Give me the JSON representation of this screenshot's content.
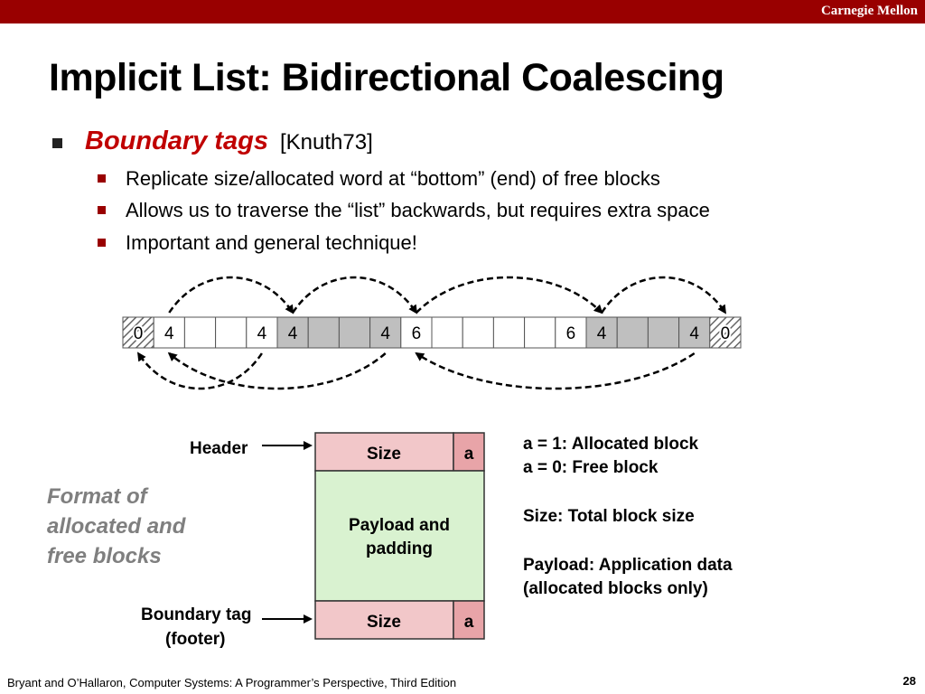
{
  "header": {
    "brand": "Carnegie Mellon"
  },
  "title": "Implicit List: Bidirectional Coalescing",
  "bullet": {
    "keyword": "Boundary tags",
    "reference": "[Knuth73]"
  },
  "sub_bullets": [
    "Replicate size/allocated word at “bottom” (end) of free blocks",
    "Allows us to traverse the “list” backwards, but requires extra space",
    "Important and general technique!"
  ],
  "heap": {
    "cells": [
      {
        "label": "0",
        "kind": "hatch"
      },
      {
        "label": "4",
        "kind": "white"
      },
      {
        "label": "",
        "kind": "white"
      },
      {
        "label": "",
        "kind": "white"
      },
      {
        "label": "4",
        "kind": "white"
      },
      {
        "label": "4",
        "kind": "gray"
      },
      {
        "label": "",
        "kind": "gray"
      },
      {
        "label": "",
        "kind": "gray"
      },
      {
        "label": "4",
        "kind": "gray"
      },
      {
        "label": "6",
        "kind": "white"
      },
      {
        "label": "",
        "kind": "white"
      },
      {
        "label": "",
        "kind": "white"
      },
      {
        "label": "",
        "kind": "white"
      },
      {
        "label": "",
        "kind": "white"
      },
      {
        "label": "6",
        "kind": "white"
      },
      {
        "label": "4",
        "kind": "gray"
      },
      {
        "label": "",
        "kind": "gray"
      },
      {
        "label": "",
        "kind": "gray"
      },
      {
        "label": "4",
        "kind": "gray"
      },
      {
        "label": "0",
        "kind": "hatch"
      }
    ],
    "forward_links": [
      [
        1,
        5
      ],
      [
        5,
        9
      ],
      [
        9,
        15
      ],
      [
        15,
        19
      ]
    ],
    "backward_links": [
      [
        4,
        0
      ],
      [
        8,
        1
      ],
      [
        18,
        9
      ]
    ]
  },
  "block_format": {
    "side_label": "Format of allocated and free blocks",
    "side_lines": [
      "Format of",
      "allocated and",
      "free blocks"
    ],
    "header_label": "Header",
    "footer_label_lines": [
      "Boundary tag",
      "(footer)"
    ],
    "size_label": "Size",
    "alloc_label": "a",
    "payload_lines": [
      "Payload and",
      "padding"
    ],
    "colors": {
      "size": "#f2c7c9",
      "alloc": "#e8a4a8",
      "payload": "#d9f2d0"
    }
  },
  "legend": [
    "a = 1: Allocated block",
    "a = 0: Free block",
    "Size: Total block size",
    "Payload: Application data",
    "(allocated blocks only)"
  ],
  "footer": {
    "citation": "Bryant and O’Hallaron, Computer Systems: A Programmer’s Perspective, Third Edition",
    "page": "28"
  }
}
